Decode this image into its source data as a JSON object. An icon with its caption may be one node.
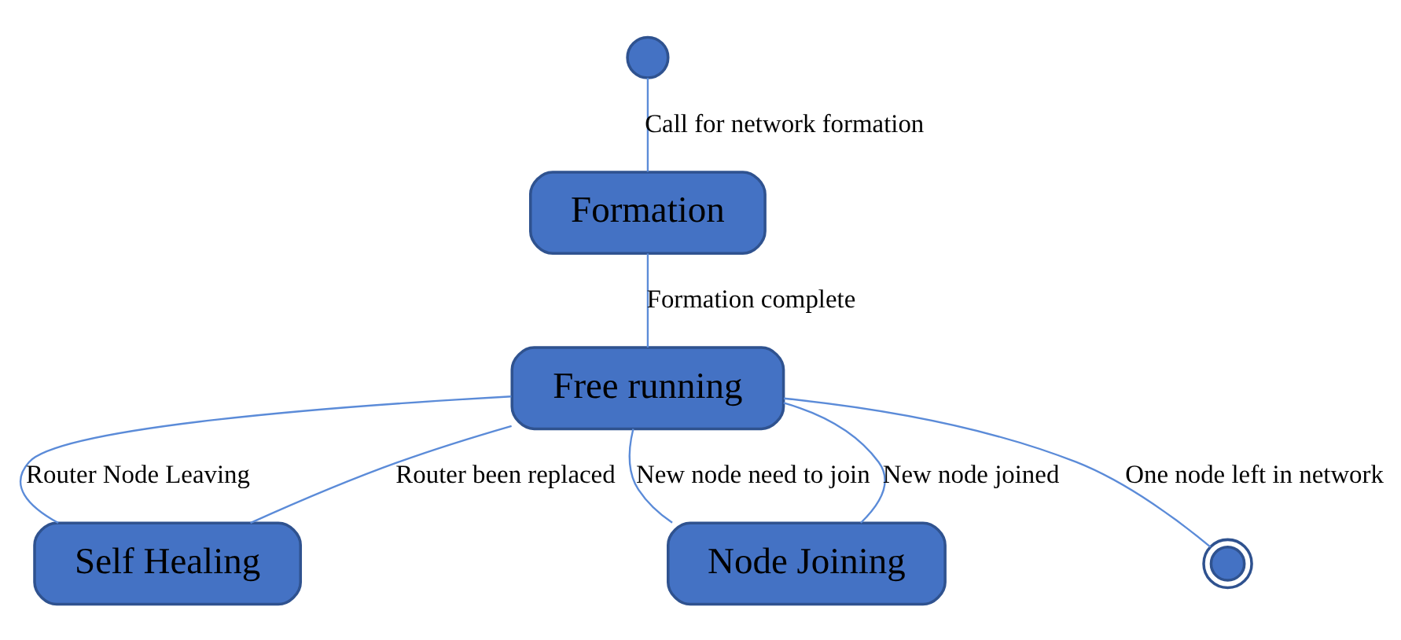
{
  "diagram": {
    "nodes": [
      {
        "text": [],
        "shape": "circle"
      },
      {
        "text": [
          "Formation"
        ]
      },
      {
        "text": [
          "Self Healing"
        ]
      },
      {
        "text": [
          "Free running"
        ]
      },
      {
        "text": [
          "Node Joining"
        ]
      },
      {
        "text": [],
        "shape": "bullseye"
      }
    ],
    "edges": [
      {
        "from": 0,
        "to": 1,
        "arrow": "none",
        "label": "Call for network formation"
      },
      {
        "from": 1,
        "to": 3,
        "arrow": "none",
        "label": "Formation complete"
      },
      {
        "from": 3,
        "to": 2,
        "arrow": "none",
        "label": "Router Node Leaving"
      },
      {
        "from": 2,
        "to": 3,
        "arrow": "none",
        "label": "Router been replaced"
      },
      {
        "from": 3,
        "to": 4,
        "arrow": "none",
        "label": "New node need to join"
      },
      {
        "from": 4,
        "to": 3,
        "arrow": "none",
        "label": "New node joined"
      },
      {
        "from": 3,
        "to": 5,
        "arrow": "none",
        "label": "One node left in network"
      }
    ]
  }
}
